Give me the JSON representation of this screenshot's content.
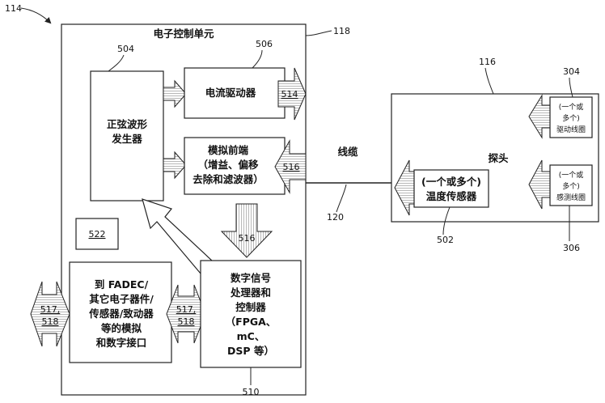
{
  "labels": {
    "ref114": "114",
    "ref118": "118",
    "ref116": "116",
    "ref504": "504",
    "ref506": "506",
    "ref304": "304",
    "ref306": "306",
    "ref502": "502",
    "ref120": "120",
    "ref510": "510",
    "ref516b": "516"
  },
  "ecu": {
    "title": "电子控制单元"
  },
  "sine": {
    "line1": "正弦波形",
    "line2": "发生器"
  },
  "driver": {
    "label": "电流驱动器",
    "port": "514"
  },
  "afe": {
    "line1": "模拟前端",
    "line2": "（增益、偏移",
    "line3": "去除和滤波器）",
    "port": "516"
  },
  "box522": {
    "label": "522"
  },
  "iface": {
    "line1": "到 FADEC/",
    "line2": "其它电子器件/",
    "line3": "传感器/致动器",
    "line4": "等的模拟",
    "line5": "和数字接口"
  },
  "port517left": {
    "line1": "517,",
    "line2": "518"
  },
  "port517mid": {
    "line1": "517,",
    "line2": "518"
  },
  "dsp": {
    "line1": "数字信号",
    "line2": "处理器和",
    "line3": "控制器",
    "line4": "（FPGA、",
    "line5": "mC、",
    "line6": "DSP 等）"
  },
  "cable": {
    "label": "线缆"
  },
  "probe": {
    "label": "探头"
  },
  "temp": {
    "line1": "(一个或多个)",
    "line2": "温度传感器"
  },
  "drivecoil": {
    "line1": "(一个或",
    "line2": "多个)",
    "line3": "驱动线圈"
  },
  "sensecoil": {
    "line1": "(一个或",
    "line2": "多个)",
    "line3": "感测线圈"
  }
}
